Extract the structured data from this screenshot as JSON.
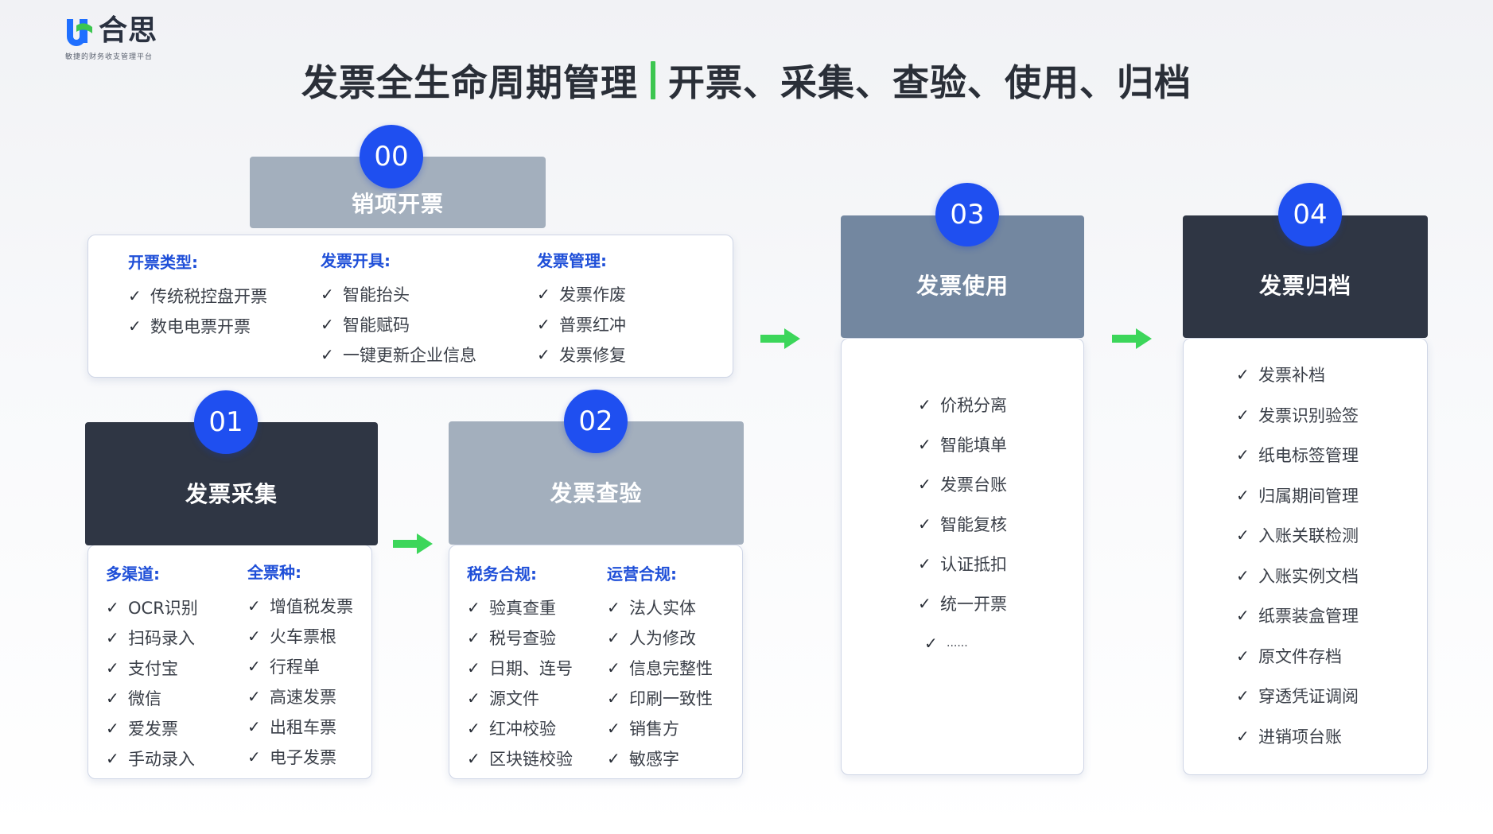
{
  "logo": {
    "brand": "合思",
    "tagline": "敏捷的财务收支管理平台",
    "colors": {
      "blue": "#1f6fff",
      "green": "#3cc650"
    }
  },
  "title": {
    "left": "发票全生命周期管理",
    "right": "开票、采集、查验、使用、归档",
    "divider_color": "#3cc650"
  },
  "stages": {
    "s00": {
      "number": "00",
      "name": "销项开票",
      "columns": [
        {
          "heading": "开票类型:",
          "items": [
            "传统税控盘开票",
            "数电电票开票"
          ]
        },
        {
          "heading": "发票开具:",
          "items": [
            "智能抬头",
            "智能赋码",
            "一键更新企业信息"
          ]
        },
        {
          "heading": "发票管理:",
          "items": [
            "发票作废",
            "普票红冲",
            "发票修复"
          ]
        }
      ]
    },
    "s01": {
      "number": "01",
      "name": "发票采集",
      "columns": [
        {
          "heading": "多渠道:",
          "items": [
            "OCR识别",
            "扫码录入",
            "支付宝",
            "微信",
            "爱发票",
            "手动录入"
          ]
        },
        {
          "heading": "全票种:",
          "items": [
            "增值税发票",
            "火车票根",
            "行程单",
            "高速发票",
            "出租车票",
            "电子发票"
          ]
        }
      ]
    },
    "s02": {
      "number": "02",
      "name": "发票查验",
      "columns": [
        {
          "heading": "税务合规:",
          "items": [
            "验真查重",
            "税号查验",
            "日期、连号",
            "源文件",
            "红冲校验",
            "区块链校验"
          ]
        },
        {
          "heading": "运营合规:",
          "items": [
            "法人实体",
            "人为修改",
            "信息完整性",
            "印刷一致性",
            "销售方",
            "敏感字"
          ]
        }
      ]
    },
    "s03": {
      "number": "03",
      "name": "发票使用",
      "items": [
        "价税分离",
        "智能填单",
        "发票台账",
        "智能复核",
        "认证抵扣",
        "统一开票",
        "......"
      ]
    },
    "s04": {
      "number": "04",
      "name": "发票归档",
      "items": [
        "发票补档",
        "发票识别验签",
        "纸电标签管理",
        "归属期间管理",
        "入账关联检测",
        "入账实例文档",
        "纸票装盒管理",
        "原文件存档",
        "穿透凭证调阅",
        "进销项台账"
      ]
    }
  },
  "check_mark": "✓",
  "colors": {
    "badge": "#1f4ff0",
    "heading_text": "#1f4fd8",
    "arrow": "#3cd65a",
    "head_gray": "#a3afbd",
    "head_slate": "#7387a0",
    "head_dark": "#2f3644"
  }
}
